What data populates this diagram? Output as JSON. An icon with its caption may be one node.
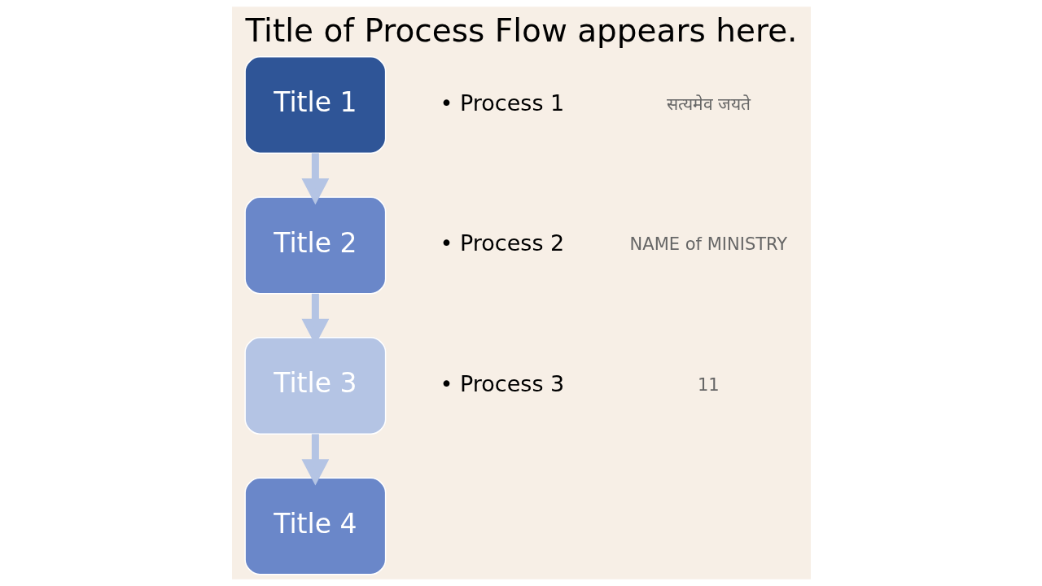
{
  "diagram": {
    "title": "Title of Process Flow appears here.",
    "nodes": [
      {
        "text": [
          "Title 1"
        ],
        "beside": [
          "• Process 1"
        ]
      },
      {
        "text": [
          "Title 2"
        ],
        "beside": [
          "• Process 2"
        ]
      },
      {
        "text": [
          "Title 3"
        ],
        "beside": [
          "• Process 3"
        ]
      },
      {
        "text": [
          "Title 4"
        ]
      }
    ],
    "edges": [
      {
        "from": 0,
        "to": 1,
        "arrow": "to"
      },
      {
        "from": 1,
        "to": 2,
        "arrow": "to"
      },
      {
        "from": 2,
        "to": 3,
        "arrow": "to"
      }
    ],
    "labels": [
      "सत्यमेव जयते",
      "NAME of MINISTRY",
      "11"
    ]
  }
}
